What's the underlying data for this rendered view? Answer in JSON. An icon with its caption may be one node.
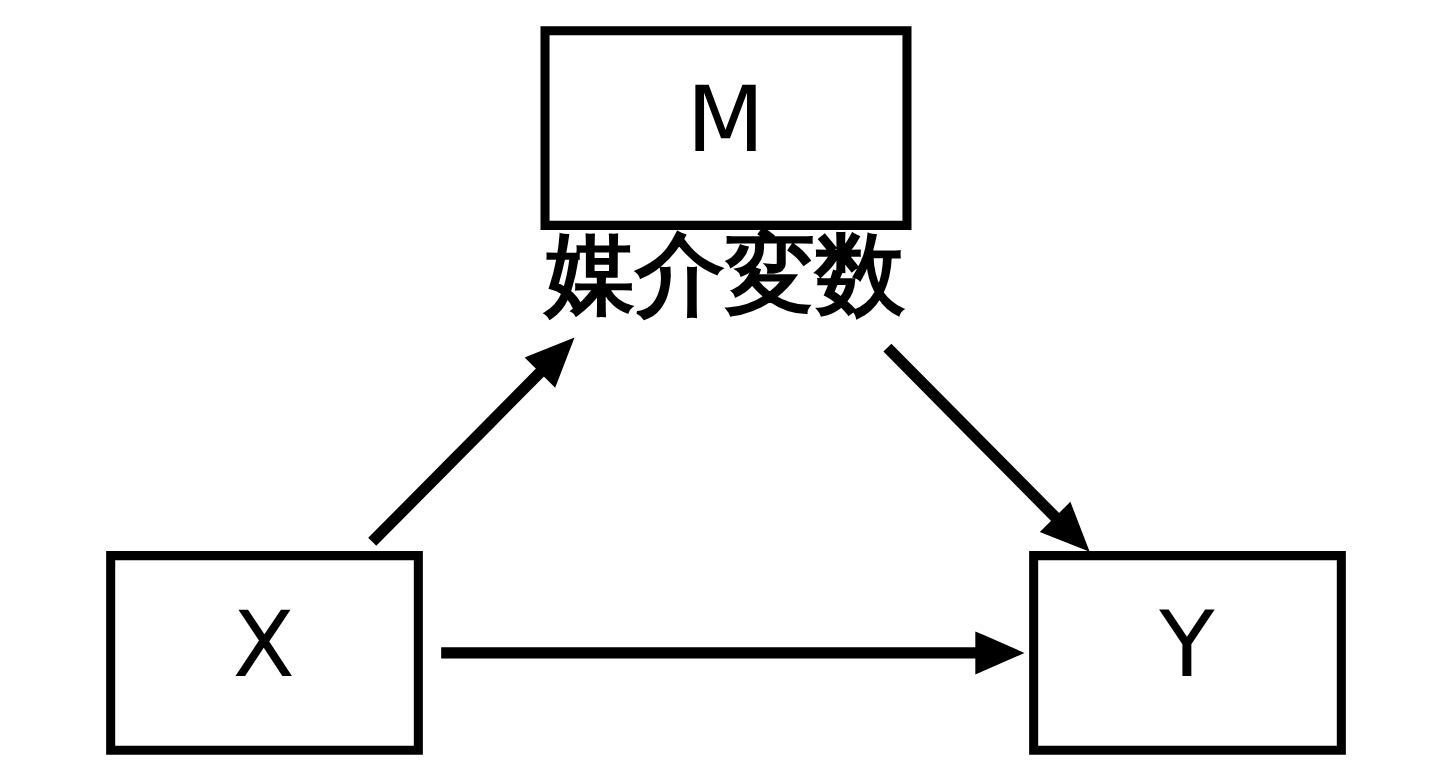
{
  "diagram": {
    "nodes": [
      {
        "text": [
          "M"
        ],
        "beside": [
          "媒介変数"
        ]
      },
      {
        "text": [
          "X"
        ]
      },
      {
        "text": [
          "Y"
        ]
      }
    ],
    "edges": [
      {
        "from": 1,
        "to": 0,
        "arrow": "to"
      },
      {
        "from": 0,
        "to": 2,
        "arrow": "to"
      },
      {
        "from": 1,
        "to": 2,
        "arrow": "to"
      }
    ]
  }
}
